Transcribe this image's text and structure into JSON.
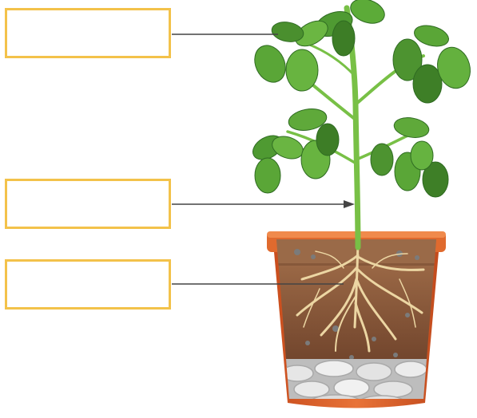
{
  "diagram": {
    "labels": [
      {
        "id": "leaves",
        "text": ""
      },
      {
        "id": "stem",
        "text": ""
      },
      {
        "id": "roots",
        "text": ""
      }
    ]
  },
  "colors": {
    "box_border": "#f3c24a",
    "leader_line": "#444444",
    "leaf": "#5fa83a",
    "leaf_dark": "#3f7f2a",
    "stem": "#7cc24a",
    "pot": "#e0662c",
    "soil": "#8b5a3c",
    "roots": "#e8cf9a",
    "stones": "#d9d9d9"
  }
}
